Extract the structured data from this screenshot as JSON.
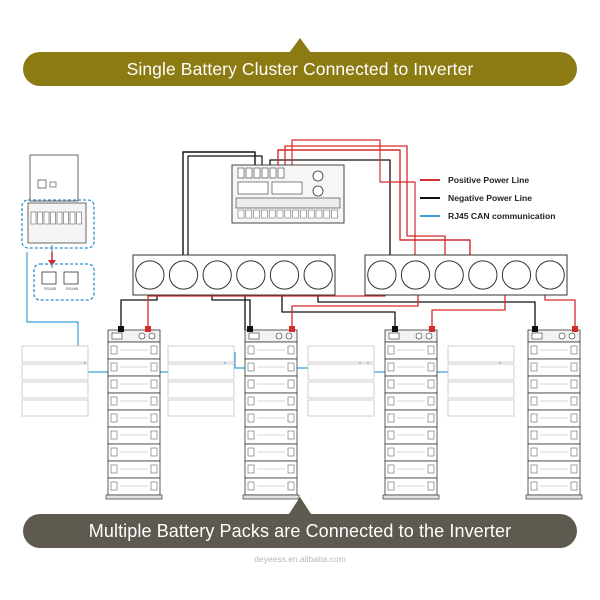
{
  "header": {
    "title": "Single Battery Cluster Connected to Inverter"
  },
  "footer": {
    "title": "Multiple Battery Packs are Connected to the Inverter"
  },
  "watermark": "deyeess.en.alibaba.com",
  "legend": {
    "items": [
      {
        "label": "Positive Power Line",
        "color": "#d42a2a"
      },
      {
        "label": "Negative Power Line",
        "color": "#111111"
      },
      {
        "label": "RJ45 CAN communication",
        "color": "#3aa0d8"
      }
    ]
  },
  "comm_ports": {
    "left": "RS485",
    "right": "RS485"
  },
  "colors": {
    "banner_top": "#8c7a12",
    "banner_bottom": "#5e5a4f",
    "positive": "#d42a2a",
    "negative": "#111111",
    "can": "#3aa0d8",
    "dashed_box": "#2d8fc9"
  },
  "icons": {
    "triangle_top": "triangle-up-icon",
    "triangle_bottom": "triangle-up-icon"
  }
}
